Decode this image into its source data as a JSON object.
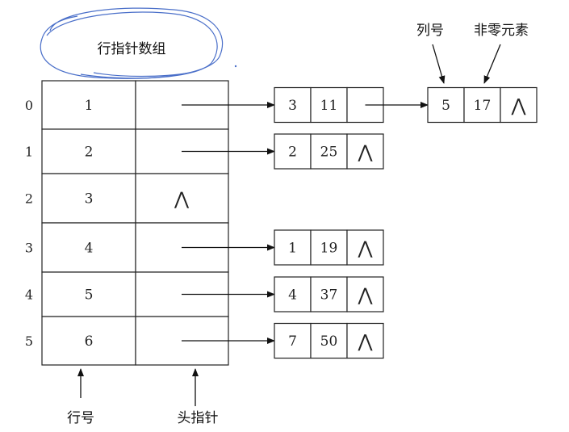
{
  "labels": {
    "row_array": "行指针数组",
    "row_no": "行号",
    "head_ptr": "头指针",
    "col_no": "列号",
    "nonzero": "非零元素",
    "null_symbol": "⋀"
  },
  "rows": [
    {
      "index": "0",
      "row": "1",
      "nodes": [
        {
          "col": "3",
          "val": "11"
        },
        {
          "col": "5",
          "val": "17"
        }
      ]
    },
    {
      "index": "1",
      "row": "2",
      "nodes": [
        {
          "col": "2",
          "val": "25"
        }
      ]
    },
    {
      "index": "2",
      "row": "3",
      "nodes": []
    },
    {
      "index": "3",
      "row": "4",
      "nodes": [
        {
          "col": "1",
          "val": "19"
        }
      ]
    },
    {
      "index": "4",
      "row": "5",
      "nodes": [
        {
          "col": "4",
          "val": "37"
        }
      ]
    },
    {
      "index": "5",
      "row": "6",
      "nodes": [
        {
          "col": "7",
          "val": "50"
        }
      ]
    }
  ],
  "colors": {
    "ink": "#111111",
    "annotation": "#4a6fc9"
  }
}
